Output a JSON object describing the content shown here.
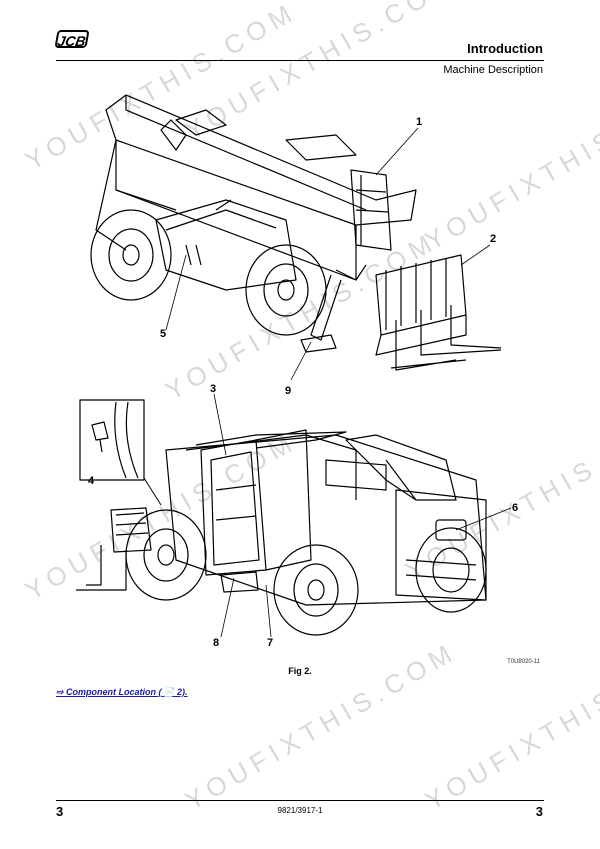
{
  "header": {
    "logo_text": "JCB",
    "title": "Introduction",
    "subtitle": "Machine Description"
  },
  "figure": {
    "callouts": [
      "1",
      "2",
      "3",
      "4",
      "5",
      "6",
      "7",
      "8",
      "9"
    ],
    "code": "T0U8020-11",
    "caption": "Fig 2."
  },
  "link": {
    "text": "⇨ Component Location ( 📄 2)."
  },
  "footer": {
    "page_left": "3",
    "doc_number": "9821/3917-1",
    "page_right": "3"
  },
  "watermark": {
    "text": "YOUFIXTHIS.COM"
  }
}
